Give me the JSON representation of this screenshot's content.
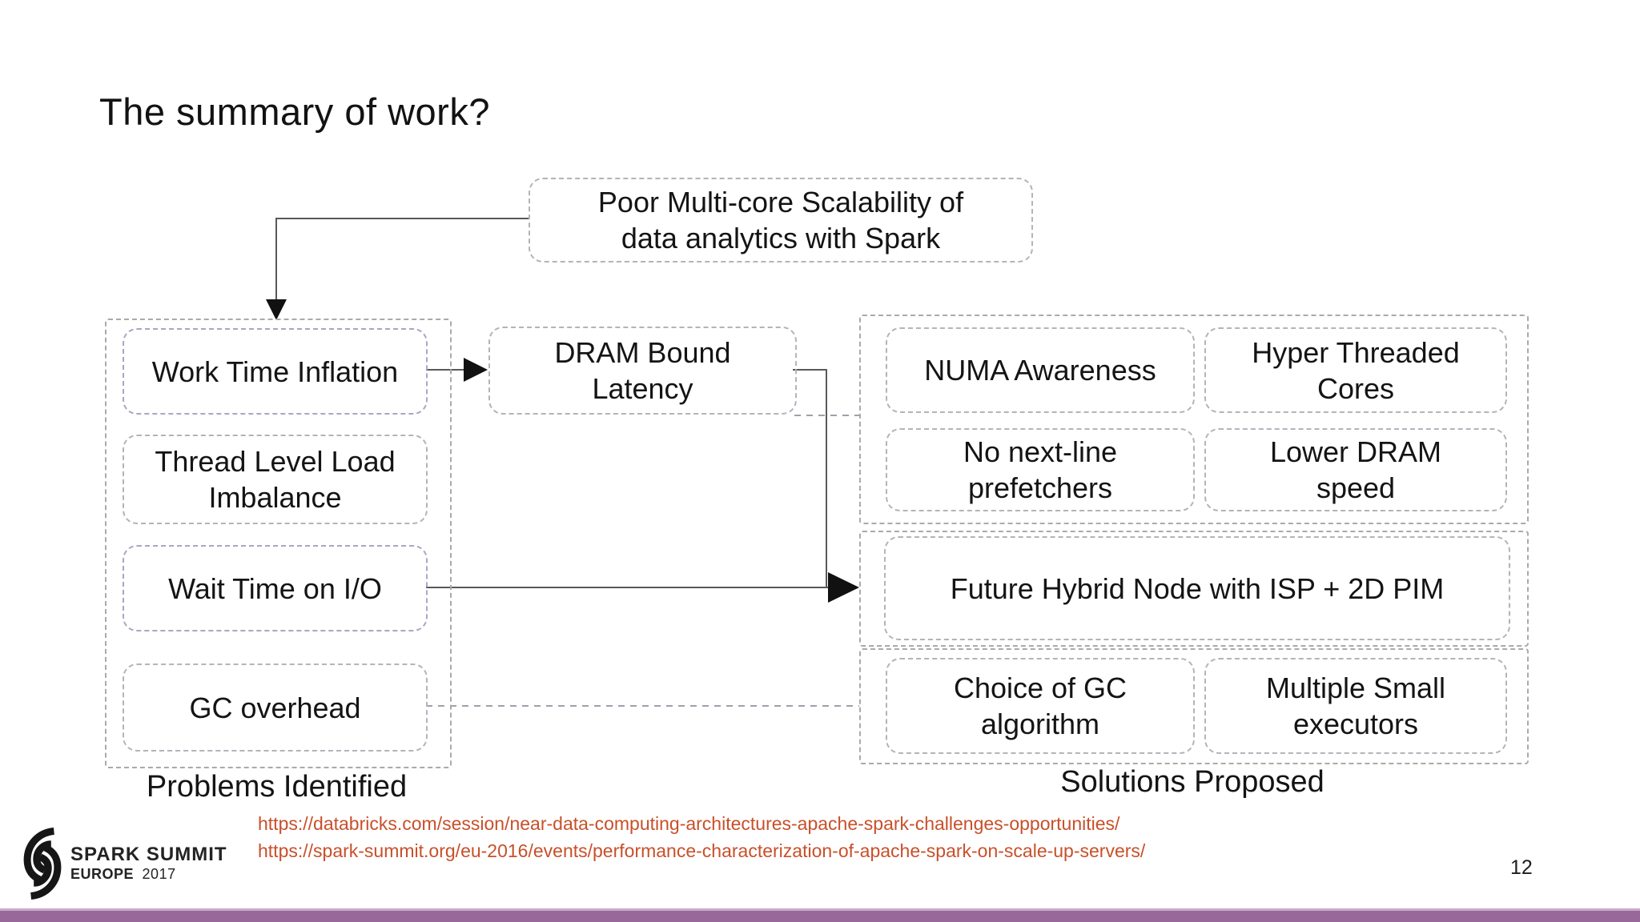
{
  "slide": {
    "title": "The summary of work?",
    "page_number": "12",
    "links": [
      "https://databricks.com/session/near-data-computing-architectures-apache-spark-challenges-opportunities/",
      "https://spark-summit.org/eu-2016/events/performance-characterization-of-apache-spark-on-scale-up-servers/"
    ],
    "logo": {
      "icon": "spark-swirl-icon",
      "name": "SPARK SUMMIT",
      "edition": "EUROPE",
      "year": "2017"
    },
    "colors": {
      "accent_bar": "#98689a",
      "link_text": "#c8502a",
      "box_border": "#a7a7c6",
      "group_border": "#aaaaaa",
      "connector": "#595959"
    }
  },
  "diagram": {
    "root": {
      "lines": [
        "Poor Multi-core Scalability of",
        "data analytics with Spark"
      ]
    },
    "cause": {
      "lines": [
        "DRAM Bound",
        "Latency"
      ]
    },
    "problems": {
      "label": "Problems Identified",
      "items": [
        {
          "lines": [
            "Work Time Inflation"
          ]
        },
        {
          "lines": [
            "Thread Level Load",
            "Imbalance"
          ]
        },
        {
          "lines": [
            "Wait Time on I/O"
          ]
        },
        {
          "lines": [
            "GC overhead"
          ]
        }
      ]
    },
    "solutions": {
      "label": "Solutions Proposed",
      "group_top": [
        {
          "lines": [
            "NUMA Awareness"
          ]
        },
        {
          "lines": [
            "Hyper Threaded",
            "Cores"
          ]
        },
        {
          "lines": [
            "No next-line",
            "prefetchers"
          ]
        },
        {
          "lines": [
            "Lower DRAM",
            "speed"
          ]
        }
      ],
      "group_middle": [
        {
          "lines": [
            "Future Hybrid Node with ISP + 2D PIM"
          ]
        }
      ],
      "group_bottom": [
        {
          "lines": [
            "Choice of GC",
            "algorithm"
          ]
        },
        {
          "lines": [
            "Multiple Small",
            "executors"
          ]
        }
      ]
    }
  }
}
